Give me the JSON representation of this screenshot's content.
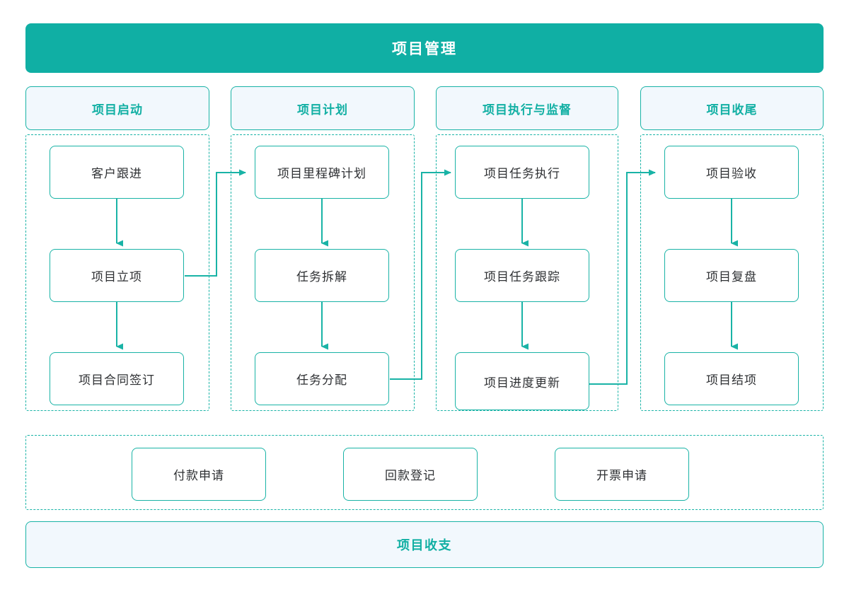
{
  "diagram": {
    "title": "项目管理",
    "accent_color": "#10AFA4",
    "accent_border": "#19B3A6",
    "header_fill": "#F2F8FD",
    "node_fill": "#FFFFFF",
    "node_text_color": "#2E3033",
    "background": "#FFFFFF"
  },
  "phases": [
    {
      "header": "项目启动",
      "nodes": [
        "客户跟进",
        "项目立项",
        "项目合同签订"
      ]
    },
    {
      "header": "项目计划",
      "nodes": [
        "项目里程碑计划",
        "任务拆解",
        "任务分配"
      ]
    },
    {
      "header": "项目执行与监督",
      "nodes": [
        "项目任务执行",
        "项目任务跟踪",
        "项目进度更新"
      ]
    },
    {
      "header": "项目收尾",
      "nodes": [
        "项目验收",
        "项目复盘",
        "项目结项"
      ]
    }
  ],
  "finance": {
    "nodes": [
      "付款申请",
      "回款登记",
      "开票申请"
    ]
  },
  "footer": {
    "label": "项目收支"
  },
  "chart_data": {
    "type": "diagram",
    "title": "项目管理",
    "swimlanes": [
      {
        "name": "项目启动",
        "steps": [
          "客户跟进",
          "项目立项",
          "项目合同签订"
        ]
      },
      {
        "name": "项目计划",
        "steps": [
          "项目里程碑计划",
          "任务拆解",
          "任务分配"
        ]
      },
      {
        "name": "项目执行与监督",
        "steps": [
          "项目任务执行",
          "项目任务跟踪",
          "项目进度更新"
        ]
      },
      {
        "name": "项目收尾",
        "steps": [
          "项目验收",
          "项目复盘",
          "项目结项"
        ]
      }
    ],
    "supporting_lane": {
      "name": "项目收支",
      "steps": [
        "付款申请",
        "回款登记",
        "开票申请"
      ]
    },
    "edges": [
      {
        "from": "客户跟进",
        "to": "项目立项",
        "style": "vertical-arrow"
      },
      {
        "from": "项目立项",
        "to": "项目合同签订",
        "style": "vertical-arrow"
      },
      {
        "from": "项目立项",
        "to": "项目里程碑计划",
        "style": "elbow-arrow"
      },
      {
        "from": "项目里程碑计划",
        "to": "任务拆解",
        "style": "vertical-arrow"
      },
      {
        "from": "任务拆解",
        "to": "任务分配",
        "style": "vertical-arrow"
      },
      {
        "from": "任务分配",
        "to": "项目任务执行",
        "style": "elbow-arrow"
      },
      {
        "from": "项目任务执行",
        "to": "项目任务跟踪",
        "style": "vertical-arrow"
      },
      {
        "from": "项目任务跟踪",
        "to": "项目进度更新",
        "style": "vertical-arrow"
      },
      {
        "from": "项目进度更新",
        "to": "项目验收",
        "style": "elbow-arrow"
      },
      {
        "from": "项目验收",
        "to": "项目复盘",
        "style": "vertical-arrow"
      },
      {
        "from": "项目复盘",
        "to": "项目结项",
        "style": "vertical-arrow"
      }
    ]
  }
}
